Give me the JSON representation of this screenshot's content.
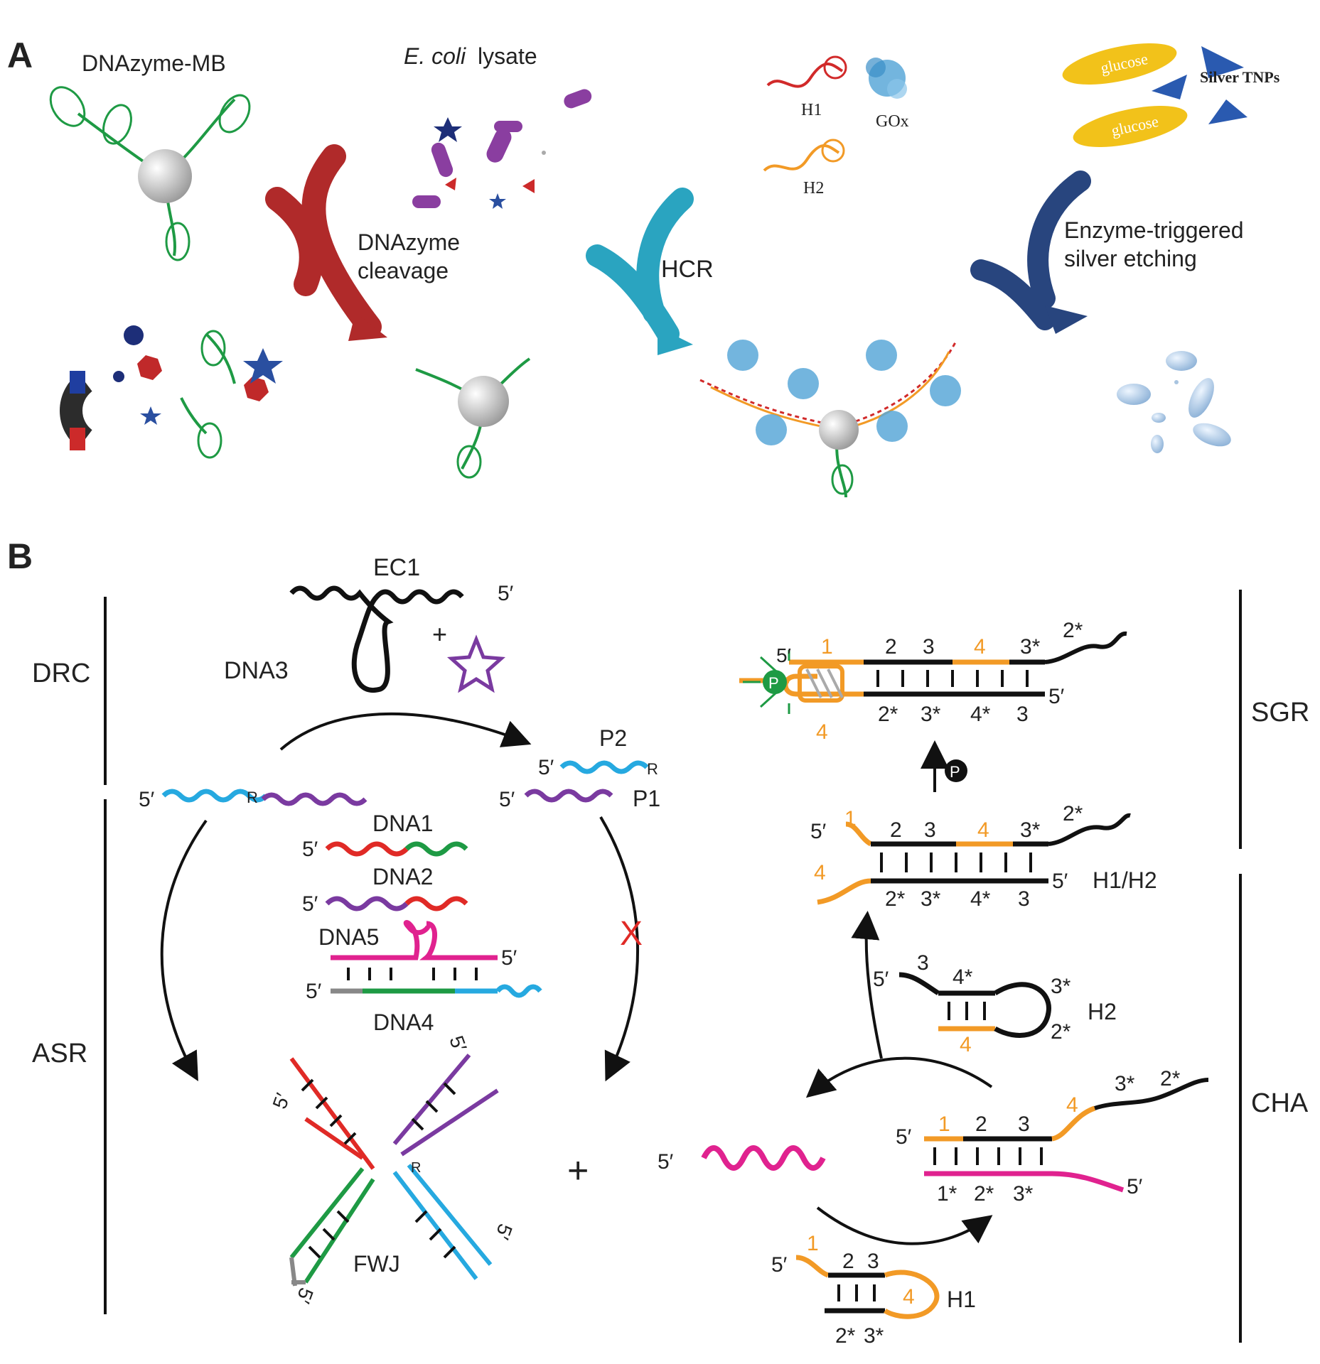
{
  "panelA": {
    "panel_label": "A",
    "dnazyme_mb": "DNAzyme-MB",
    "ecoli_italic": "E. coli",
    "lysate": "lysate",
    "step1": [
      "DNAzyme",
      "cleavage"
    ],
    "step2": "HCR",
    "step3": [
      "Enzyme-triggered",
      "silver etching"
    ],
    "h1": "H1",
    "h2": "H2",
    "gox": "GOx",
    "glucose": "glucose",
    "silver_tnps": "Silver TNPs"
  },
  "panelB": {
    "panel_label": "B",
    "sections": {
      "drc": "DRC",
      "asr": "ASR",
      "sgr": "SGR",
      "cha": "CHA"
    },
    "strands": {
      "ec1": "EC1",
      "dna3": "DNA3",
      "p1": "P1",
      "p2": "P2",
      "dna1": "DNA1",
      "dna2": "DNA2",
      "dna4": "DNA4",
      "dna5": "DNA5",
      "fwj": "FWJ",
      "h1": "H1",
      "h2": "H2",
      "h1h2": "H1/H2"
    },
    "marks": {
      "five_prime": "5′",
      "r": "R",
      "p": "P",
      "plus": "+",
      "x": "X",
      "d1": "1",
      "d2": "2",
      "d3": "3",
      "d4": "4",
      "d1s": "1*",
      "d2s": "2*",
      "d3s": "3*",
      "d4s": "4*"
    }
  },
  "colors": {
    "red": "#e02a26",
    "green": "#1e9a44",
    "purple": "#7a3aa0",
    "cyan": "#26a9e0",
    "magenta": "#e0228f",
    "orange": "#f29a26",
    "black": "#111111",
    "step1_arrow": "#b02a2a",
    "step2_arrow": "#2aa4c0",
    "step3_arrow": "#28457e"
  }
}
